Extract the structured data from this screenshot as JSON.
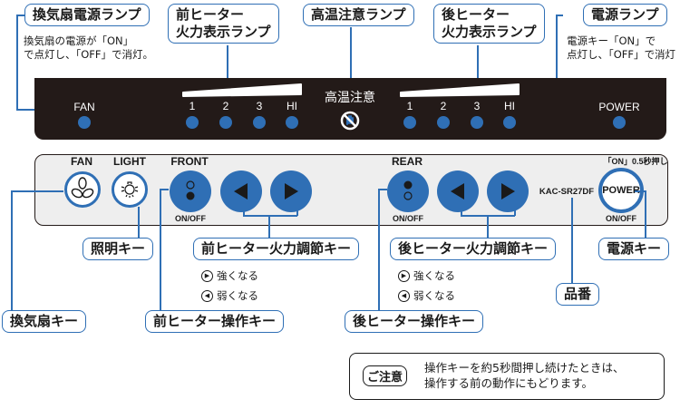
{
  "callouts": {
    "fan_lamp": "換気扇電源ランプ",
    "front_heater_lamp_l1": "前ヒーター",
    "front_heater_lamp_l2": "火力表示ランプ",
    "high_temp_lamp": "高温注意ランプ",
    "rear_heater_lamp_l1": "後ヒーター",
    "rear_heater_lamp_l2": "火力表示ランプ",
    "power_lamp": "電源ランプ",
    "light_key": "照明キー",
    "front_adjust_key": "前ヒーター火力調節キー",
    "rear_adjust_key": "後ヒーター火力調節キー",
    "power_key": "電源キー",
    "model_number": "品番",
    "fan_key": "換気扇キー",
    "front_op_key": "前ヒーター操作キー",
    "rear_op_key": "後ヒーター操作キー"
  },
  "notes": {
    "fan_lamp_l1": "換気扇の電源が「ON」",
    "fan_lamp_l2": "で点灯し、「OFF」で消灯。",
    "power_lamp_l1": "電源キー「ON」で",
    "power_lamp_l2": "点灯し、「OFF」で消灯"
  },
  "top_panel": {
    "fan": "FAN",
    "front_levels": [
      "1",
      "2",
      "3",
      "HI"
    ],
    "high_temp": "高温注意",
    "rear_levels": [
      "1",
      "2",
      "3",
      "HI"
    ],
    "power": "POWER"
  },
  "bottom_panel": {
    "fan": "FAN",
    "light": "LIGHT",
    "front": "FRONT",
    "front_onoff": "ON/OFF",
    "rear": "REAR",
    "rear_onoff": "ON/OFF",
    "model": "KAC-SR27DF",
    "power_hint": "「ON」0.5秒押し",
    "power": "POWER",
    "power_onoff": "ON/OFF"
  },
  "legend": {
    "stronger": "強くなる",
    "weaker": "弱くなる"
  },
  "caution": {
    "badge": "ご注意",
    "line1": "操作キーを約5秒間押し続けたときは、",
    "line2": "操作する前の動作にもどります。"
  },
  "colors": {
    "accent": "#2f6fb5",
    "panel_dark": "#231a18",
    "panel_light": "#eeeeee"
  }
}
